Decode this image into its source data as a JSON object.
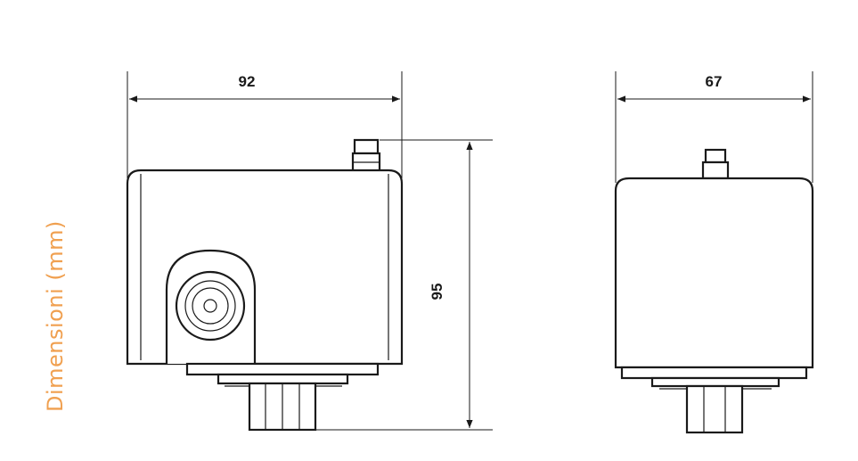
{
  "diagram": {
    "side_label": "Dimensioni (mm)",
    "dimensions": {
      "front_width": "92",
      "side_width": "67",
      "height": "95"
    },
    "colors": {
      "line": "#1a1a1a",
      "label_accent": "#f0a050"
    }
  }
}
